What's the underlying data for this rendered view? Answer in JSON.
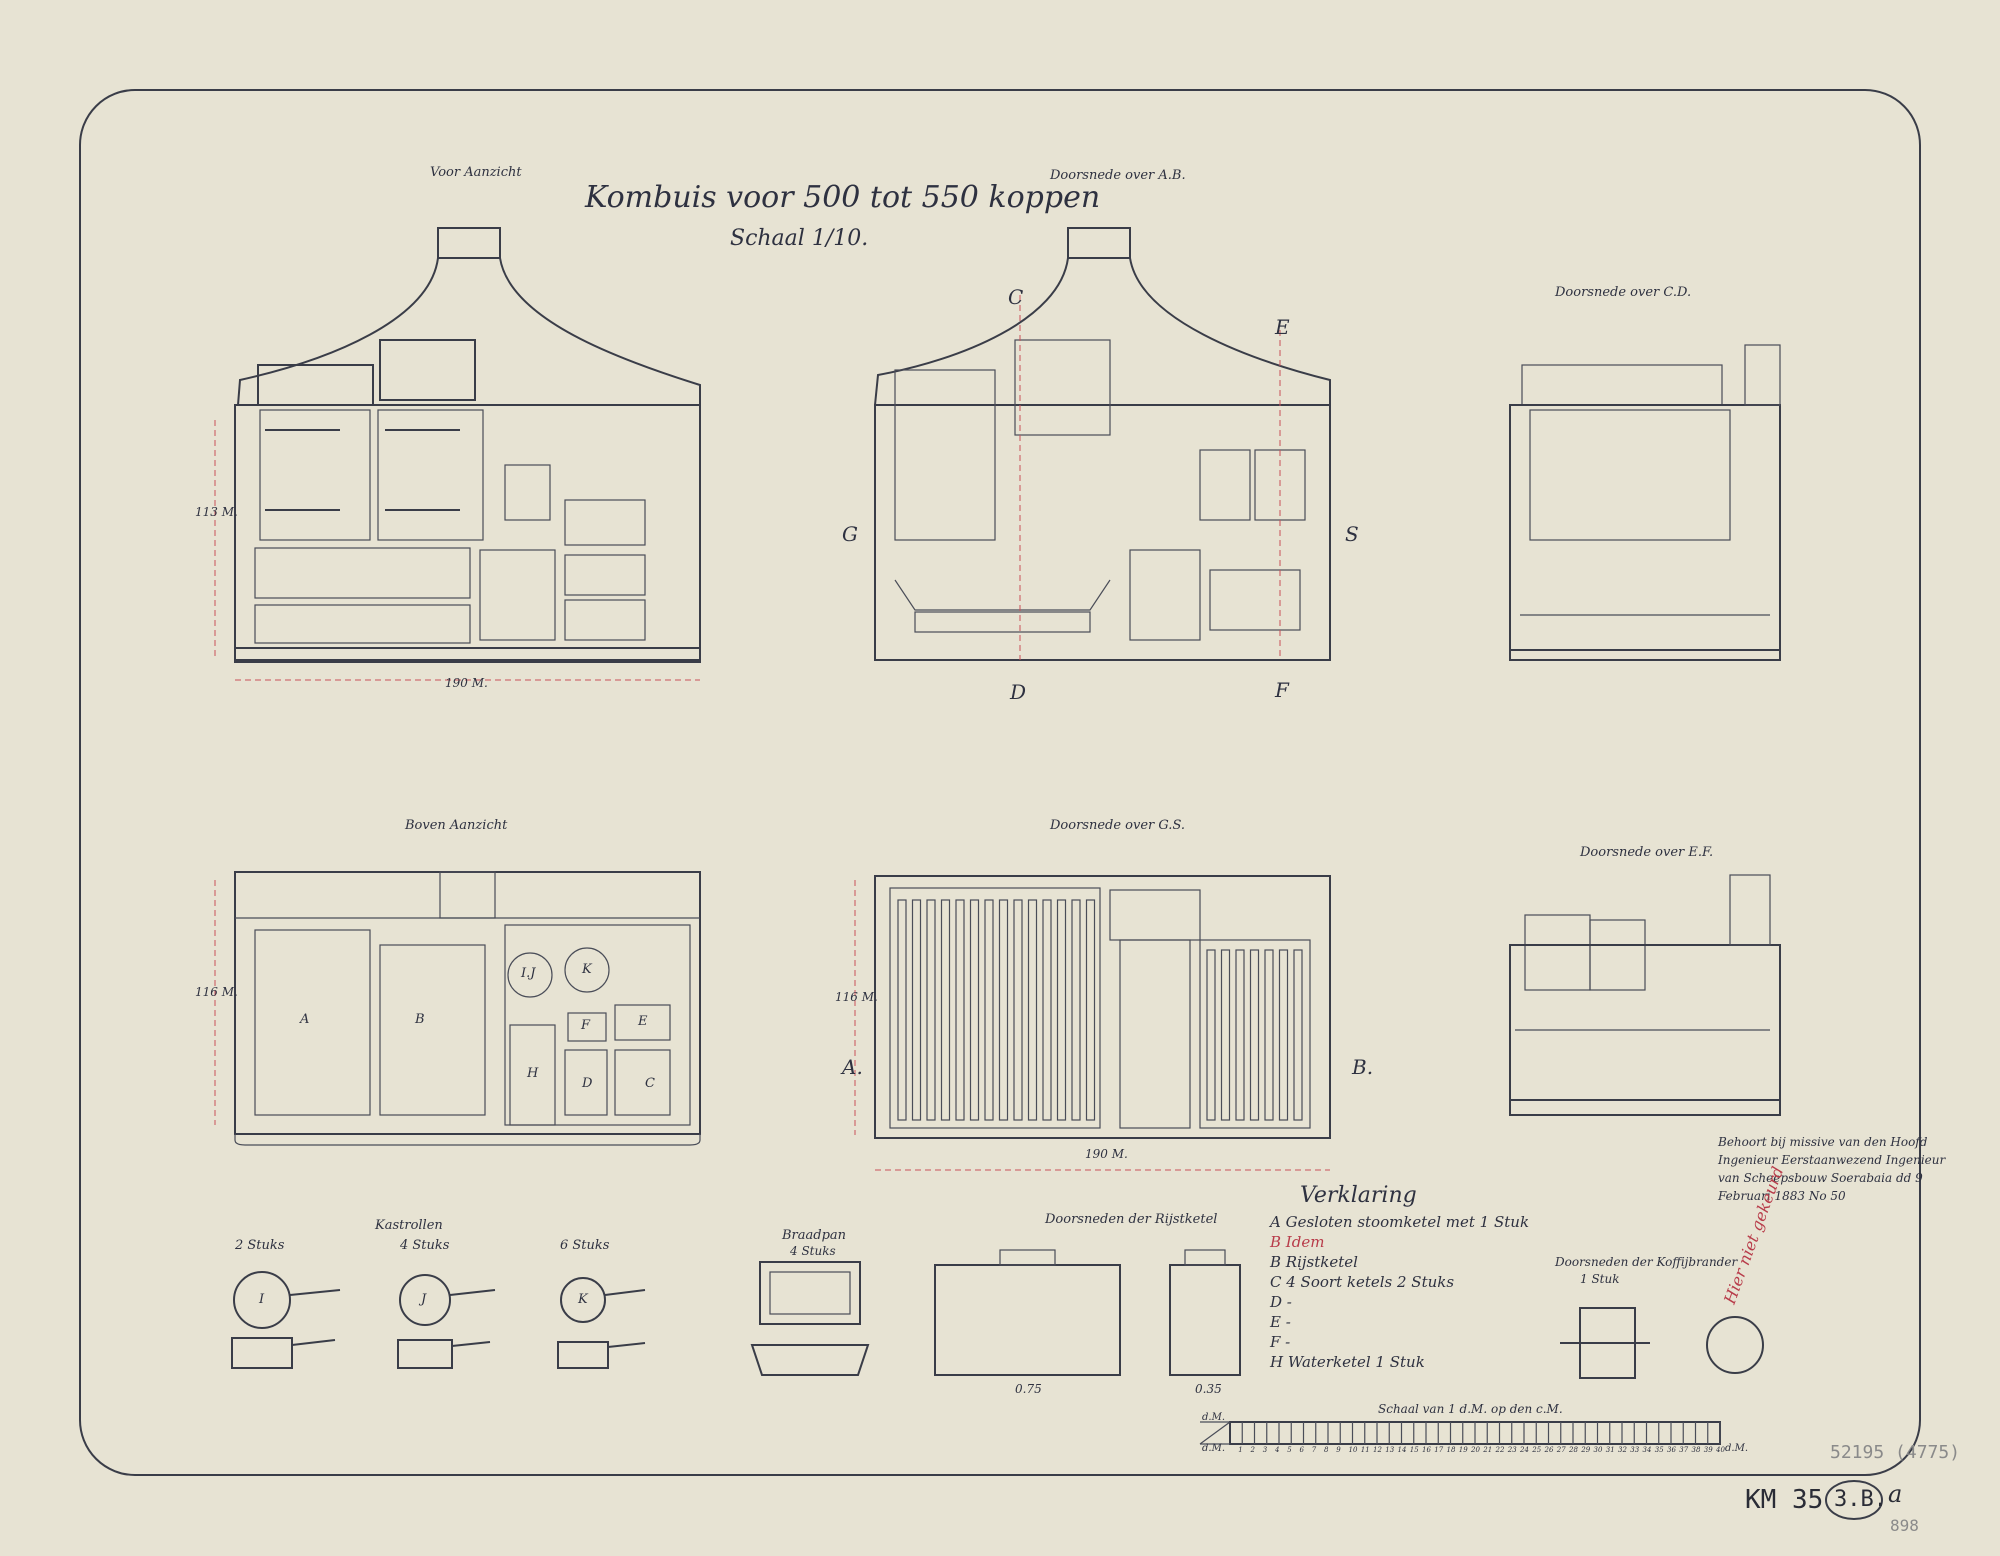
{
  "title": "Kombuis voor 500 tot 550 koppen",
  "scale": "Schaal 1/10.",
  "views": {
    "front": "Voor Aanzicht",
    "section_ab": "Doorsnede over A.B.",
    "section_cd": "Doorsnede over C.D.",
    "top": "Boven Aanzicht",
    "section_gs": "Doorsnede over G.S.",
    "section_ef": "Doorsnede over E.F."
  },
  "dimensions": {
    "front_width": "190 M.",
    "front_height": "113 M.",
    "top_depth": "116 M.",
    "gs_width": "190 M.",
    "gs_depth": "116 M.",
    "kettle_width_1": "0.75",
    "kettle_width_2": "0.35"
  },
  "section_marks": {
    "c": "C",
    "d": "D",
    "e": "E",
    "f": "F",
    "g": "G",
    "s": "S",
    "a": "A.",
    "b": "B."
  },
  "top_letters": {
    "a": "A",
    "b": "B",
    "c": "C",
    "d": "D",
    "e": "E",
    "f": "F",
    "h": "H",
    "ij": "I.J",
    "k": "K"
  },
  "pans": {
    "heading": "Kastrollen",
    "col1": "2 Stuks",
    "col2": "4 Stuks",
    "col3": "6 Stuks",
    "l1": "I",
    "l2": "J",
    "l3": "K"
  },
  "roasting_pan": {
    "heading": "Braadpan",
    "count": "4 Stuks"
  },
  "rice_kettle": "Doorsneden der Rijstketel",
  "coffee_roaster": {
    "heading": "Doorsneden der Koffijbrander",
    "count": "1 Stuk"
  },
  "legend": {
    "heading": "Verklaring",
    "items": [
      "A  Gesloten stoomketel met 1 Stuk",
      "B  Idem",
      "B  Rijstketel",
      "C  4 Soort ketels 2 Stuks",
      "D  -",
      "E  -",
      "F  -",
      "H  Waterketel 1 Stuk"
    ]
  },
  "note": {
    "lines": [
      "Behoort bij missive van den Hoofd",
      "Ingenieur Eerstaanwezend Ingenieur",
      "van Scheepsbouw Soerabaia dd 9",
      "Februari 1883 No 50"
    ]
  },
  "red_note": "Hier niet gekeurd",
  "scale_bar": {
    "label": "Schaal van 1 d.M. op den c.M.",
    "left_top": "d.M.",
    "left_bottom": "d.M.",
    "right": "d.M.",
    "ticks": [
      "1",
      "2",
      "3",
      "4",
      "5",
      "6",
      "7",
      "8",
      "9",
      "10",
      "11",
      "12",
      "13",
      "14",
      "15",
      "16",
      "17",
      "18",
      "19",
      "20",
      "21",
      "22",
      "23",
      "24",
      "25",
      "26",
      "27",
      "28",
      "29",
      "30",
      "31",
      "32",
      "33",
      "34",
      "35",
      "36",
      "37",
      "38",
      "39",
      "40"
    ]
  },
  "archive": {
    "pencil": "52195 (4775)",
    "stamp": "KM 35",
    "stamp_circle": "3.B.",
    "stamp_suffix": "a",
    "corner": "898"
  }
}
